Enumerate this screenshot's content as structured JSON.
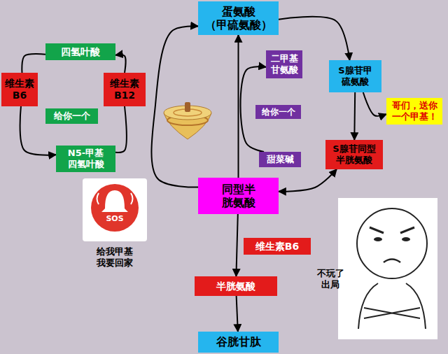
{
  "diagram": {
    "nodes": [
      {
        "text": [
          "蛋氨酸 （甲硫氨酸）"
        ]
      },
      {
        "text": [
          "四氢叶酸"
        ]
      },
      {
        "text": [
          "维生素 B6"
        ]
      },
      {
        "text": [
          "维生素 B12"
        ]
      },
      {
        "text": [
          "给你一个"
        ]
      },
      {
        "text": [
          "N5-甲基 四氢叶酸"
        ]
      },
      {
        "text": [
          "二甲基 甘氨酸"
        ]
      },
      {
        "text": [
          "S腺苷甲 硫氨酸"
        ]
      },
      {
        "text": [
          "哥们，送你 一个甲基！"
        ]
      },
      {
        "text": [
          "给你一个"
        ]
      },
      {
        "text": [
          "甜菜碱"
        ]
      },
      {
        "text": [
          "S腺苷同型 半胱氨酸"
        ]
      },
      {
        "text": [
          "同型半 胱氨酸"
        ]
      },
      {
        "text": [
          "维生素B6"
        ]
      },
      {
        "text": [
          "半胱氨酸"
        ]
      },
      {
        "text": [
          "谷胱甘肽"
        ]
      }
    ],
    "edges": [
      {
        "from": 3,
        "to": 1,
        "arrow": "to"
      },
      {
        "from": 1,
        "to": 2,
        "arrow": "none"
      },
      {
        "from": 2,
        "to": 5,
        "arrow": "to"
      },
      {
        "from": 5,
        "to": 3,
        "arrow": "none"
      },
      {
        "from": 12,
        "to": 0,
        "arrow": "to"
      },
      {
        "from": 12,
        "to": 0,
        "arrow": "to"
      },
      {
        "from": 0,
        "to": 7,
        "arrow": "to"
      },
      {
        "from": 7,
        "to": 11,
        "arrow": "to"
      },
      {
        "from": 7,
        "to": 8,
        "arrow": "to"
      },
      {
        "from": 11,
        "to": 12,
        "arrow": "both"
      },
      {
        "from": 10,
        "to": 6,
        "arrow": "to"
      },
      {
        "from": 12,
        "to": 14,
        "arrow": "to"
      },
      {
        "from": 14,
        "to": 15,
        "arrow": "to"
      }
    ],
    "labels": [
      "SOS",
      "给我甲基 我要回家",
      "不玩了 出局"
    ]
  }
}
